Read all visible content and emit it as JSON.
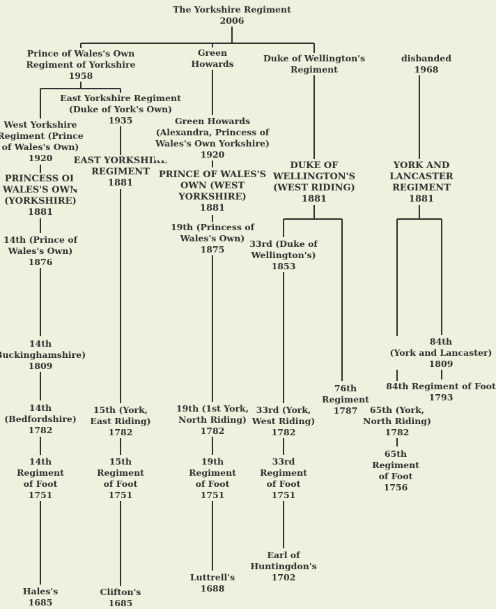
{
  "tree": {
    "root": {
      "lines": [
        "The Yorkshire Regiment",
        "2006"
      ]
    },
    "pwo": {
      "top": {
        "lines": [
          "Prince of Wales's Own",
          "Regiment of Yorkshire",
          "1958"
        ]
      },
      "eyr_dyo": {
        "lines": [
          "East Yorkshire Regiment",
          "(Duke of York's Own)",
          "1935"
        ]
      },
      "wyr": {
        "lines": [
          "West Yorkshire",
          "Regiment (Prince",
          "of Wales's Own)",
          "1920"
        ]
      },
      "pwoy": {
        "lines": [
          "PRINCESS OF",
          "WALES'S OWN",
          "(YORKSHIRE)",
          "1881"
        ]
      },
      "f14_pwo": {
        "lines": [
          "14th (Prince of",
          "Wales's Own)",
          "1876"
        ]
      },
      "f14_buck": {
        "lines": [
          "14th",
          "Buckinghamshire)",
          "1809"
        ]
      },
      "f14_bed": {
        "lines": [
          "14th",
          "(Bedfordshire)",
          "1782"
        ]
      },
      "f14": {
        "lines": [
          "14th",
          "Regiment",
          "of Foot",
          "1751"
        ]
      },
      "hales": {
        "lines": [
          "Hales's",
          "1685"
        ]
      },
      "eyr": {
        "lines": [
          "EAST YORKSHIRE",
          "REGIMENT",
          "1881"
        ]
      },
      "f15_york": {
        "lines": [
          "15th (York,",
          "East Riding)",
          "1782"
        ]
      },
      "f15": {
        "lines": [
          "15th",
          "Regiment",
          "of Foot",
          "1751"
        ]
      },
      "clifton": {
        "lines": [
          "Clifton's",
          "1685"
        ]
      }
    },
    "gh": {
      "top": {
        "lines": [
          "Green",
          "Howards"
        ]
      },
      "gh1920": {
        "lines": [
          "Green Howards",
          "(Alexandra, Princess of",
          "Wales's Own Yorkshire)",
          "1920"
        ]
      },
      "pwowy": {
        "lines": [
          "PRINCE OF WALES'S",
          "OWN (WEST",
          "YORKSHIRE)",
          "1881"
        ]
      },
      "f19_pw": {
        "lines": [
          "19th (Princess of",
          "Wales's Own)",
          "1875"
        ]
      },
      "f19_york": {
        "lines": [
          "19th (1st York,",
          "North Riding)",
          "1782"
        ]
      },
      "f19": {
        "lines": [
          "19th",
          "Regiment",
          "of Foot",
          "1751"
        ]
      },
      "luttrell": {
        "lines": [
          "Luttrell's",
          "1688"
        ]
      }
    },
    "dwr": {
      "top": {
        "lines": [
          "Duke of Wellington's",
          "Regiment"
        ]
      },
      "dwwr": {
        "lines": [
          "DUKE OF",
          "WELLINGTON'S",
          "(WEST RIDING)",
          "1881"
        ]
      },
      "f33_duke": {
        "lines": [
          "33rd (Duke of",
          "Wellington's)",
          "1853"
        ]
      },
      "f76": {
        "lines": [
          "76th",
          "Regiment",
          "1787"
        ]
      },
      "f33_york": {
        "lines": [
          "33rd (York,",
          "West Riding)",
          "1782"
        ]
      },
      "f33": {
        "lines": [
          "33rd",
          "Regiment",
          "of Foot",
          "1751"
        ]
      },
      "huntingdon": {
        "lines": [
          "Earl of",
          "Huntingdon's",
          "1702"
        ]
      }
    },
    "yl": {
      "top": {
        "lines": [
          "disbanded",
          "1968"
        ]
      },
      "ylr": {
        "lines": [
          "YORK AND",
          "LANCASTER",
          "REGIMENT",
          "1881"
        ]
      },
      "f84_yl": {
        "lines": [
          "84th",
          "(York and Lancaster)",
          "1809"
        ]
      },
      "f84": {
        "lines": [
          "84th Regiment of Foot",
          "1793"
        ]
      },
      "f65_york": {
        "lines": [
          "65th (York,",
          "North Riding)",
          "1782"
        ]
      },
      "f65": {
        "lines": [
          "65th",
          "Regiment",
          "of Foot",
          "1756"
        ]
      }
    }
  }
}
